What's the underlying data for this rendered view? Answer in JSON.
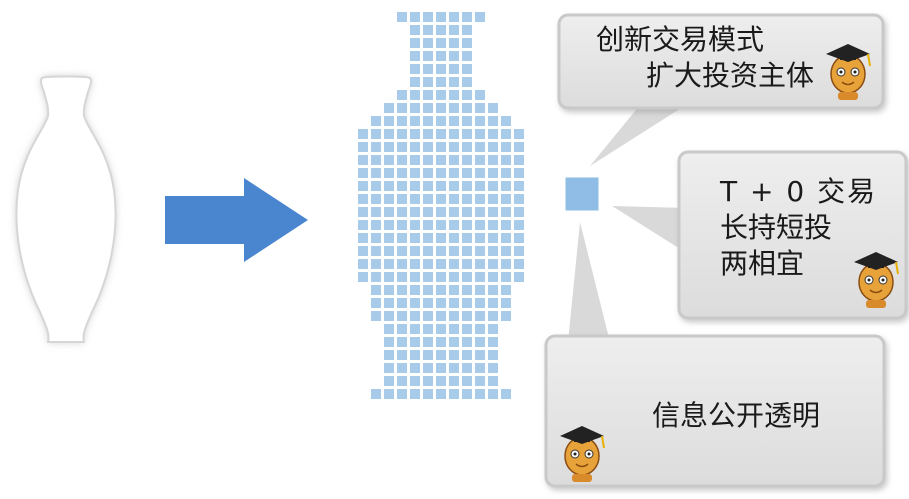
{
  "callouts": [
    {
      "lines": [
        "创新交易模式",
        "扩大投资主体"
      ]
    },
    {
      "lines": [
        "T + 0 交易",
        "长持短投",
        "两相宜"
      ]
    },
    {
      "lines": [
        "信息公开透明"
      ]
    }
  ],
  "colors": {
    "arrow": "#4a86cf",
    "pixel": "#a9cbea",
    "highlight_square": "#8fbde6",
    "callout_fill": "#e6e6e6",
    "callout_border": "#c9c9c9",
    "vase_fill": "#ffffff",
    "vase_shadow": "#bfbfbf"
  },
  "icons": [
    "vase-icon",
    "right-arrow-icon",
    "pixel-vase-icon",
    "scholar-mascot-icon"
  ]
}
